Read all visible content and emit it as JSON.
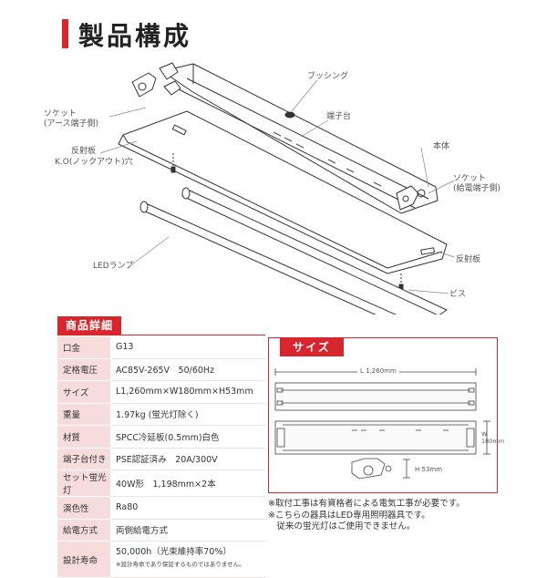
{
  "title": "製品構成",
  "callouts": {
    "bushing": "ブッシング",
    "socket_earth": "ソケット",
    "socket_earth_sub": "(アース端子側)",
    "terminal_block": "端子台",
    "body": "本体",
    "reflector_ko": "反射板",
    "reflector_ko_sub": "K.O(ノックアウト)穴",
    "socket_feed": "ソケット",
    "socket_feed_sub": "(給電端子側)",
    "led_lamp": "LEDランプ",
    "reflector": "反射板",
    "screw": "ビス"
  },
  "spec": {
    "header": "商品詳細",
    "rows": [
      {
        "key": "口金",
        "value": "G13"
      },
      {
        "key": "定格電圧",
        "value": "AC85V-265V　50/60Hz"
      },
      {
        "key": "サイズ",
        "value": "L1,260mm×W180mm×H53mm"
      },
      {
        "key": "重量",
        "value": "1.97kg (蛍光灯除く)"
      },
      {
        "key": "材質",
        "value": "SPCC冷延板(0.5mm)白色"
      },
      {
        "key": "端子台付き",
        "value": "PSE認証済み　20A/300V"
      },
      {
        "key": "セット蛍光灯",
        "value": "40W形　1,198mm×2本"
      },
      {
        "key": "演色性",
        "value": "Ra80"
      },
      {
        "key": "給電方式",
        "value": "両側給電方式"
      },
      {
        "key": "設計寿命",
        "value": "50,000h（光束維持率70%）"
      }
    ],
    "life_note": "※設計寿命であり保証するものではありません。"
  },
  "size": {
    "header": "サイズ",
    "length_label": "L 1,260mm",
    "width_label": "W\n180mm",
    "height_label": "H 53mm"
  },
  "notes": [
    "※取付工事は有資格者による電気工事が必要です。",
    "※こちらの器具はLED専用照明器具です。",
    "　従来の蛍光灯はご使用できません。"
  ],
  "colors": {
    "accent": "#d8262e",
    "spec_key_bg": "#f7dcdc"
  }
}
